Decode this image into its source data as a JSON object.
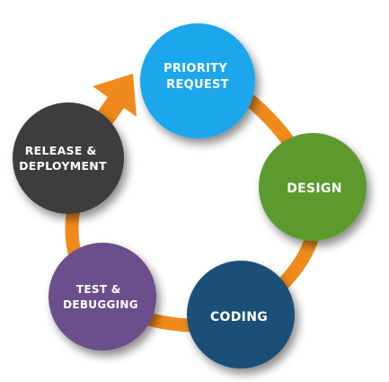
{
  "diagram": {
    "type": "cycle",
    "nodes": [
      {
        "id": "priority-request",
        "lines": [
          "PRIORITY",
          "REQUEST"
        ],
        "color": "#1aa7ec"
      },
      {
        "id": "design",
        "lines": [
          "DESIGN"
        ],
        "color": "#5c9a2e"
      },
      {
        "id": "coding",
        "lines": [
          "CODING"
        ],
        "color": "#1f4f78"
      },
      {
        "id": "test-debugging",
        "lines": [
          "TEST &",
          "DEBUGGING"
        ],
        "color": "#6b4f8c"
      },
      {
        "id": "release-deployment",
        "lines": [
          "RELEASE &",
          "DEPLOYMENT"
        ],
        "color": "#3e3e3e"
      }
    ],
    "ring_color": "#f08a1c",
    "shadow_color": "#000000"
  }
}
